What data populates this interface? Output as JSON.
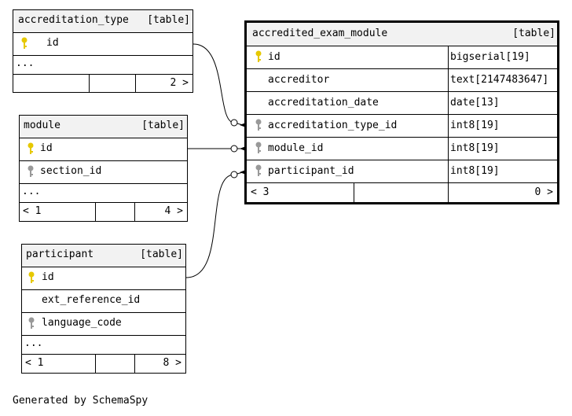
{
  "tables": {
    "accreditation_type": {
      "name": "accreditation_type",
      "kind": "[table]",
      "columns": [
        "id"
      ],
      "more": "...",
      "footer": {
        "left": "",
        "right": "2 >"
      }
    },
    "module": {
      "name": "module",
      "kind": "[table]",
      "columns": [
        "id",
        "section_id"
      ],
      "more": "...",
      "footer": {
        "left": "< 1",
        "right": "4 >"
      }
    },
    "participant": {
      "name": "participant",
      "kind": "[table]",
      "columns": [
        "id",
        "ext_reference_id",
        "language_code"
      ],
      "more": "...",
      "footer": {
        "left": "< 1",
        "right": "8 >"
      }
    },
    "accredited_exam_module": {
      "name": "accredited_exam_module",
      "kind": "[table]",
      "columns": [
        {
          "name": "id",
          "type": "bigserial[19]"
        },
        {
          "name": "accreditor",
          "type": "text[2147483647]"
        },
        {
          "name": "accreditation_date",
          "type": "date[13]"
        },
        {
          "name": "accreditation_type_id",
          "type": "int8[19]"
        },
        {
          "name": "module_id",
          "type": "int8[19]"
        },
        {
          "name": "participant_id",
          "type": "int8[19]"
        }
      ],
      "footer": {
        "left": "< 3",
        "right": "0 >"
      }
    }
  },
  "colors": {
    "primary_key": "#e6c800",
    "foreign_key": "#999999",
    "header_bg": "#f2f2f2"
  },
  "icons": {
    "primary_key": "key-icon-gold",
    "foreign_key": "key-icon-gray"
  },
  "footer_text": "Generated by SchemaSpy"
}
